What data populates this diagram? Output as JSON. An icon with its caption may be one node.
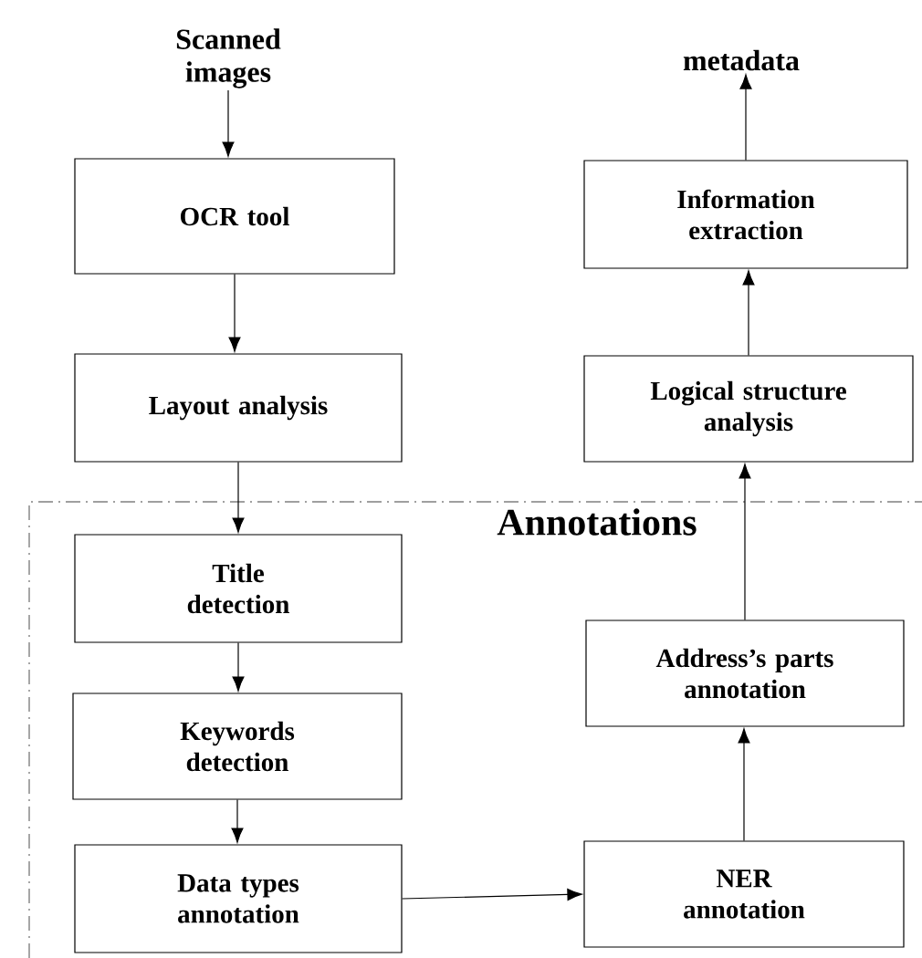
{
  "diagram": {
    "nodes": [
      {
        "text": [
          "Scanned images"
        ]
      },
      {
        "text": [
          "OCR tool"
        ]
      },
      {
        "text": [
          "Layout analysis"
        ]
      },
      {
        "text": [
          "Annotations"
        ]
      },
      {
        "text": [
          "Title detection"
        ],
        "in": 3
      },
      {
        "text": [
          "Keywords detection"
        ],
        "in": 3
      },
      {
        "text": [
          "Data types annotation"
        ],
        "in": 3
      },
      {
        "text": [
          "NER annotation"
        ],
        "in": 3
      },
      {
        "text": [
          "Address’s parts annotation"
        ],
        "in": 3
      },
      {
        "text": [
          "Logical structure analysis"
        ]
      },
      {
        "text": [
          "Information extraction"
        ]
      },
      {
        "text": [
          "metadata"
        ]
      }
    ],
    "edges": [
      {
        "from": 0,
        "to": 1,
        "arrow": "to"
      },
      {
        "from": 1,
        "to": 2,
        "arrow": "to"
      },
      {
        "from": 2,
        "to": 4,
        "arrow": "to"
      },
      {
        "from": 4,
        "to": 5,
        "arrow": "to"
      },
      {
        "from": 5,
        "to": 6,
        "arrow": "to"
      },
      {
        "from": 6,
        "to": 7,
        "arrow": "to"
      },
      {
        "from": 7,
        "to": 8,
        "arrow": "to"
      },
      {
        "from": 8,
        "to": 9,
        "arrow": "to"
      },
      {
        "from": 9,
        "to": 10,
        "arrow": "to"
      },
      {
        "from": 10,
        "to": 11,
        "arrow": "to"
      }
    ]
  }
}
